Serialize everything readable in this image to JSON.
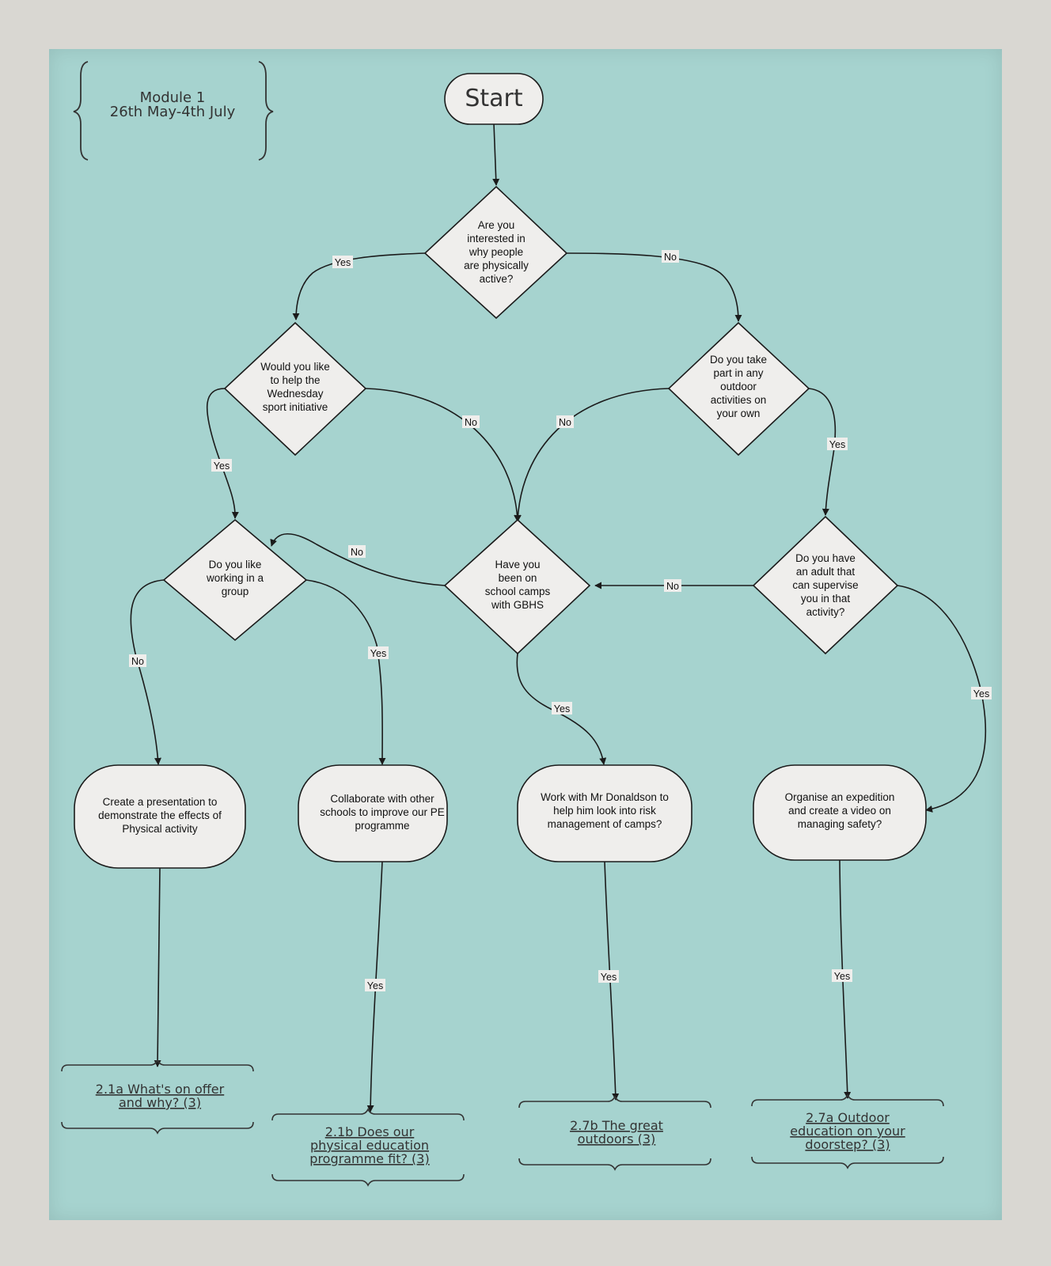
{
  "module": {
    "title": "Module 1",
    "dates": "26th May-4th July"
  },
  "start": "Start",
  "questions": {
    "q1": [
      "Are you",
      "interested in",
      "why people",
      "are physically",
      "active?"
    ],
    "q2": [
      "Would you like",
      "to help the",
      "Wednesday",
      "sport initiative"
    ],
    "q3": [
      "Do you take",
      "part in any",
      "outdoor",
      "activities on",
      "your own"
    ],
    "q4": [
      "Do you like",
      "working in a",
      "group"
    ],
    "q5": [
      "Have you",
      "been on",
      "school camps",
      "with GBHS"
    ],
    "q6": [
      "Do you have",
      "an adult that",
      "can supervise",
      "you in that",
      "activity?"
    ]
  },
  "actions": {
    "a1": [
      "Create a presentation to",
      "demonstrate the effects of",
      "Physical activity"
    ],
    "a2": [
      "Collaborate with other",
      "schools to improve our PE",
      "programme"
    ],
    "a3": [
      "Work with Mr Donaldson to",
      "help him look into risk",
      "management of camps?"
    ],
    "a4": [
      "Organise an expedition",
      "and create a video on",
      "managing safety?"
    ]
  },
  "results": {
    "r1": [
      "2.1a What's on offer",
      "and why? (3)"
    ],
    "r2": [
      "2.1b  Does our",
      "physical education",
      "programme fit? (3)"
    ],
    "r3": [
      "2.7b The great",
      "outdoors (3)"
    ],
    "r4": [
      "2.7a Outdoor",
      "education on your",
      "doorstep? (3)"
    ]
  },
  "edge_labels": {
    "yes": "Yes",
    "no": "No"
  },
  "colors": {
    "page": "#d9d7d2",
    "panel": "#a6d3cf",
    "node_fill": "#efeeec",
    "stroke": "#1b1b1b"
  }
}
